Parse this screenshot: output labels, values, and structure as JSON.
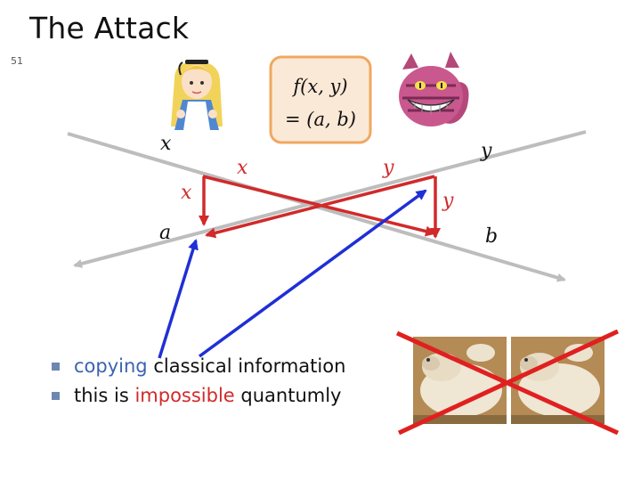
{
  "title": "The Attack",
  "slide_number": "51",
  "function_box": {
    "line1": "f(x, y)",
    "line2": "= (a, b)"
  },
  "labels": {
    "alice_in": "x",
    "alice_out": "a",
    "bob_in": "y",
    "bob_out": "b",
    "x_forward": "x",
    "x_copy": "x",
    "y_forward": "y",
    "y_copy": "y"
  },
  "bullets": [
    {
      "highlight": "copying",
      "rest": " classical information"
    },
    {
      "pre": "this is ",
      "highlight": "impossible",
      "post": " quantumly"
    }
  ],
  "colors": {
    "red": "#d12a2a",
    "blue": "#1f2fd6",
    "gray": "#bdbdbd",
    "box_border": "#f0a860",
    "box_fill": "#fbe9d7",
    "bullet": "#6d87b0"
  },
  "icons": [
    "alice-character-icon",
    "cheshire-cat-icon",
    "sheep-photo-icon",
    "red-cross-out-icon"
  ]
}
